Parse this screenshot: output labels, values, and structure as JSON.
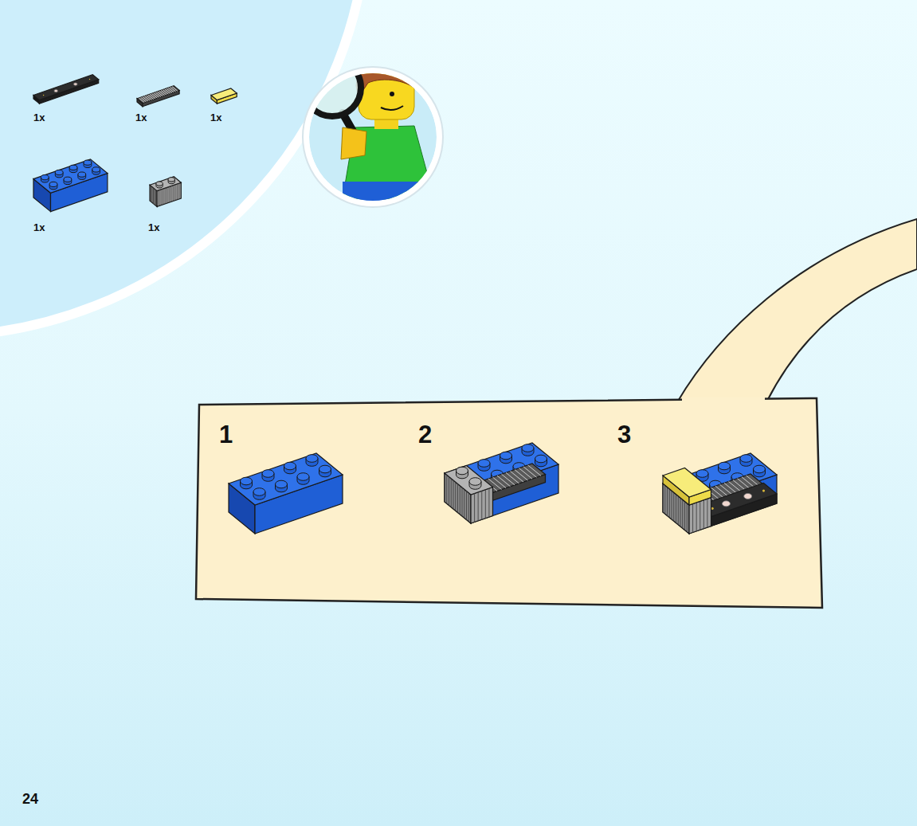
{
  "diagram": {
    "labels": [
      "1x",
      "1x",
      "1x",
      "1x",
      "1x",
      "1",
      "2",
      "3",
      "24"
    ]
  }
}
